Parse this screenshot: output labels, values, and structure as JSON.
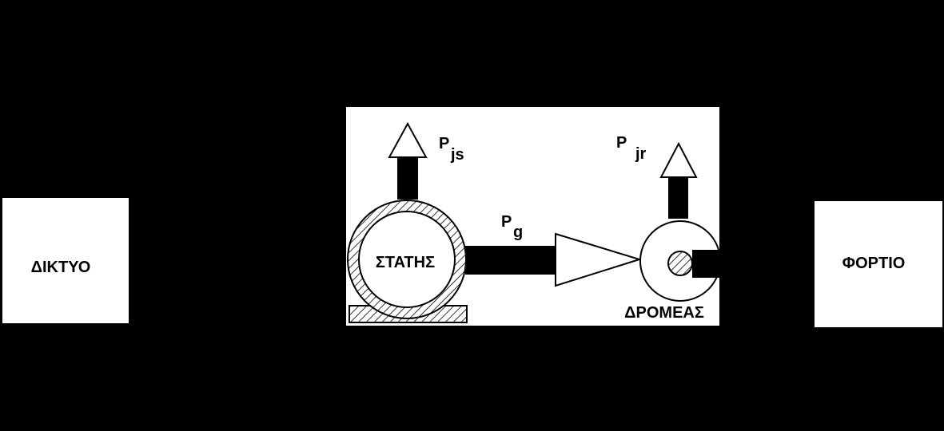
{
  "colors": {
    "background": "#000000",
    "box": "#ffffff",
    "ink": "#000000"
  },
  "network": {
    "label": "ΔΙΚΤΥΟ"
  },
  "load": {
    "label": "ΦΟΡΤΙΟ"
  },
  "machine": {
    "stator_label": "ΣΤΑΤΗΣ",
    "rotor_label": "ΔΡΟΜΕΑΣ",
    "pjs": {
      "symbol": "P",
      "subscript": "js"
    },
    "pjr": {
      "symbol": "P",
      "subscript": "jr"
    },
    "pg": {
      "symbol": "P",
      "subscript": "g"
    }
  }
}
